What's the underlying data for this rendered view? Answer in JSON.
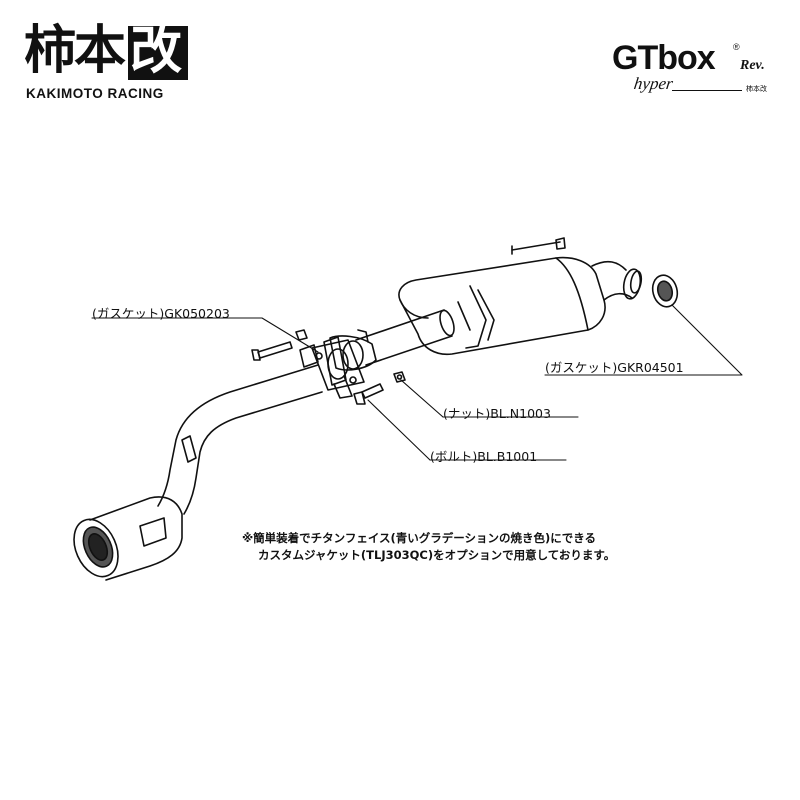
{
  "brand": {
    "kanji_1": "柿",
    "kanji_2": "本",
    "kanji_3": "改",
    "name": "KAKIMOTO RACING"
  },
  "product_logo": {
    "main": "GTbox",
    "registered": "®",
    "rev": "Rev.",
    "sub": "hyper",
    "tiny": "柿本改"
  },
  "labels": {
    "gasket_front": "(ガスケット)GK050203",
    "gasket_rear": "(ガスケット)GKR04501",
    "nut": "(ナット)BL.N1003",
    "bolt": "(ボルト)BL.B1001"
  },
  "note": {
    "line1": "※簡単装着でチタンフェイス(青いグラデーションの焼き色)にできる",
    "line2": "カスタムジャケット(TLJ303QC)をオプションで用意しております。"
  },
  "colors": {
    "line": "#111111",
    "background": "#ffffff",
    "shade": "#555555"
  }
}
